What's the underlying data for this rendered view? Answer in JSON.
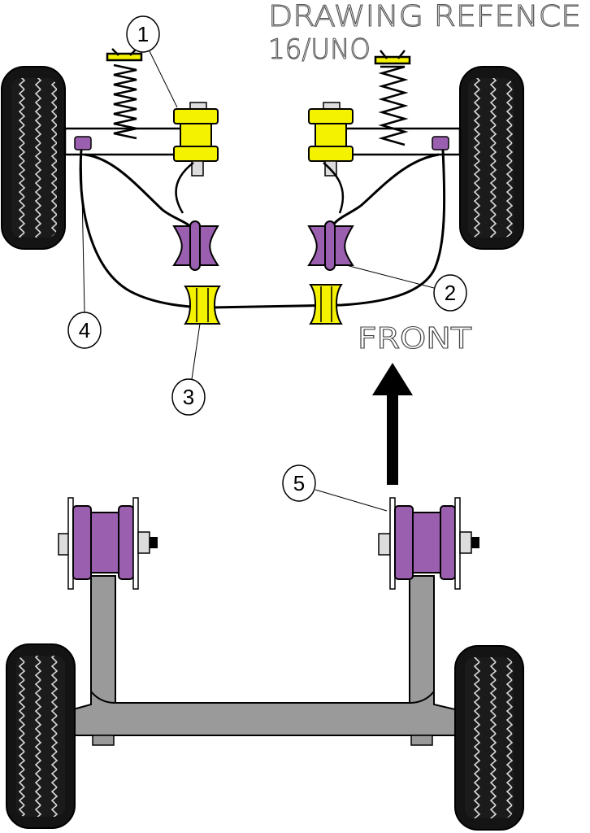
{
  "title": {
    "line1": "DRAWING REFENCE",
    "line2": "16/UNO"
  },
  "direction_label": "FRONT",
  "callouts": [
    {
      "number": "1"
    },
    {
      "number": "2"
    },
    {
      "number": "3"
    },
    {
      "number": "4"
    },
    {
      "number": "5"
    }
  ],
  "colors": {
    "bush_yellow": "#f5f200",
    "bush_purple": "#9b5fb0",
    "tyre": "#1a1a1a",
    "beam_grey": "#9a9a9a",
    "outline": "#000000"
  }
}
